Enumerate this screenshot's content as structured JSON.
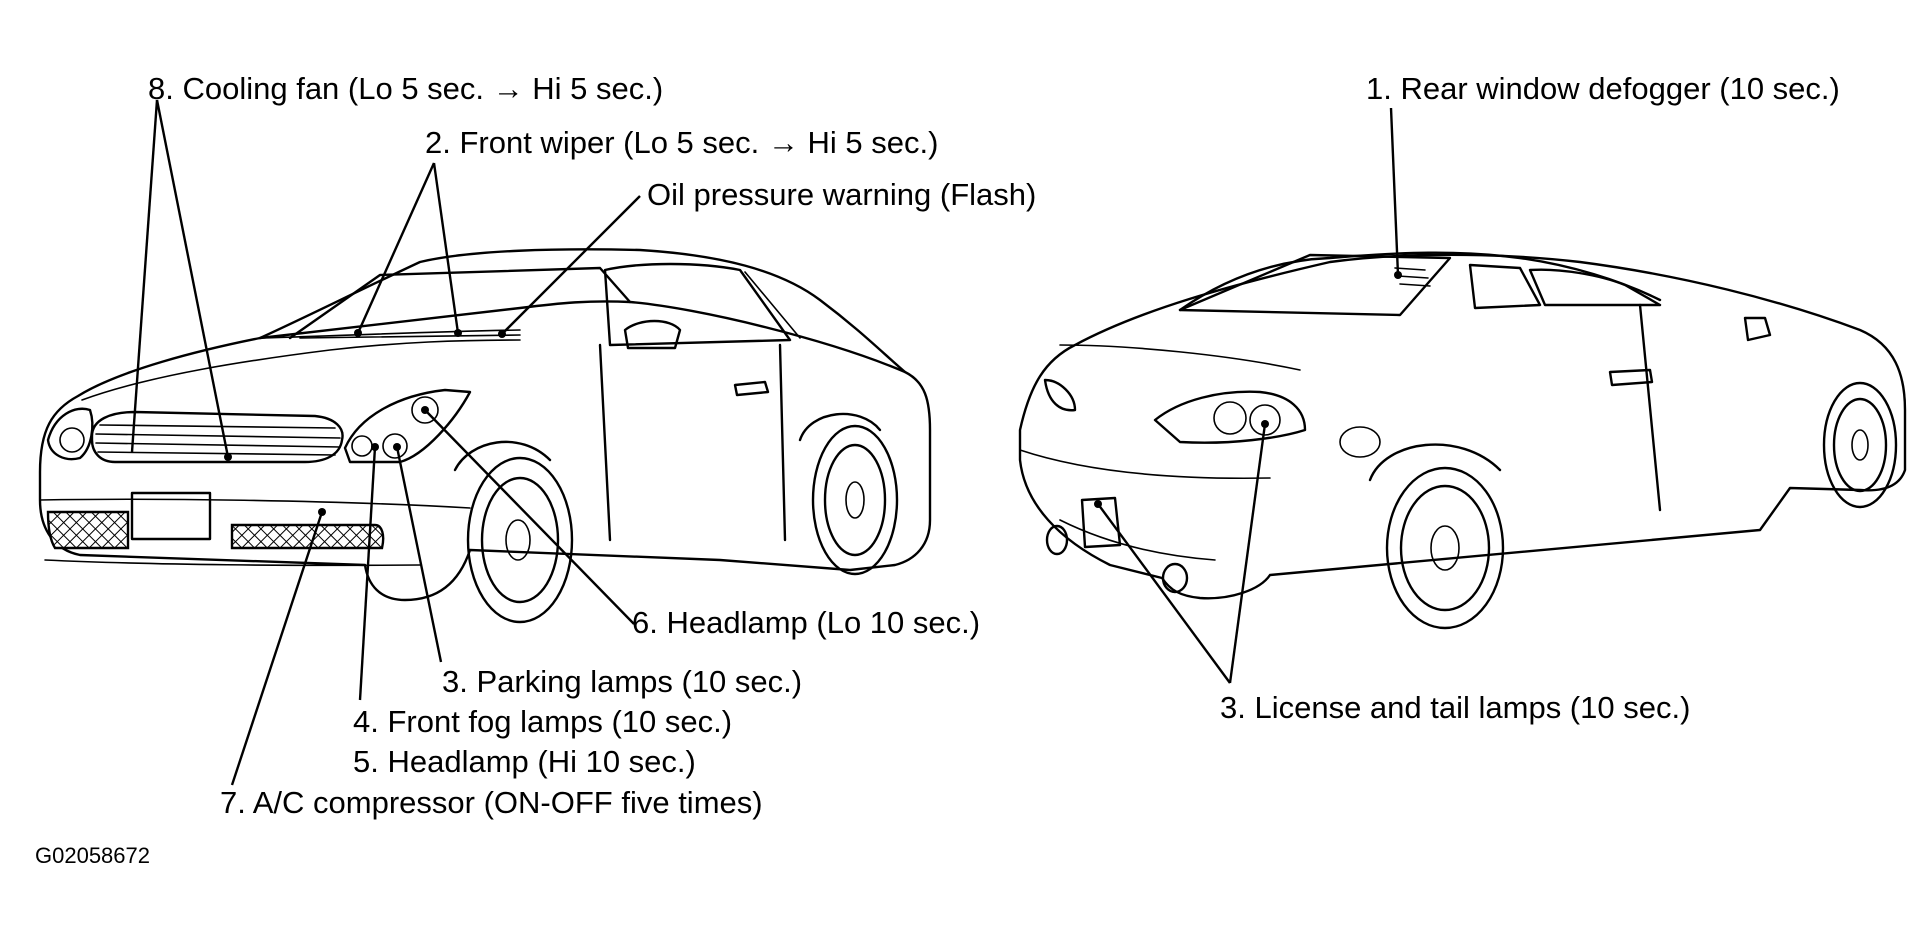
{
  "labels": {
    "cooling_fan": "8. Cooling fan (Lo 5 sec. → Hi 5 sec.)",
    "front_wiper": "2. Front wiper (Lo 5 sec. → Hi 5 sec.)",
    "oil_pressure": "Oil pressure warning (Flash)",
    "rear_defogger": "1. Rear window defogger (10 sec.)",
    "headlamp_lo": "6. Headlamp (Lo 10 sec.)",
    "parking_lamps": "3. Parking lamps (10 sec.)",
    "front_fog": "4. Front fog lamps (10 sec.)",
    "headlamp_hi": "5. Headlamp (Hi 10 sec.)",
    "ac_compressor": "7. A/C compressor (ON-OFF five times)",
    "license_tail": "3. License and tail lamps (10 sec.)"
  },
  "figure_code": "G02058672"
}
